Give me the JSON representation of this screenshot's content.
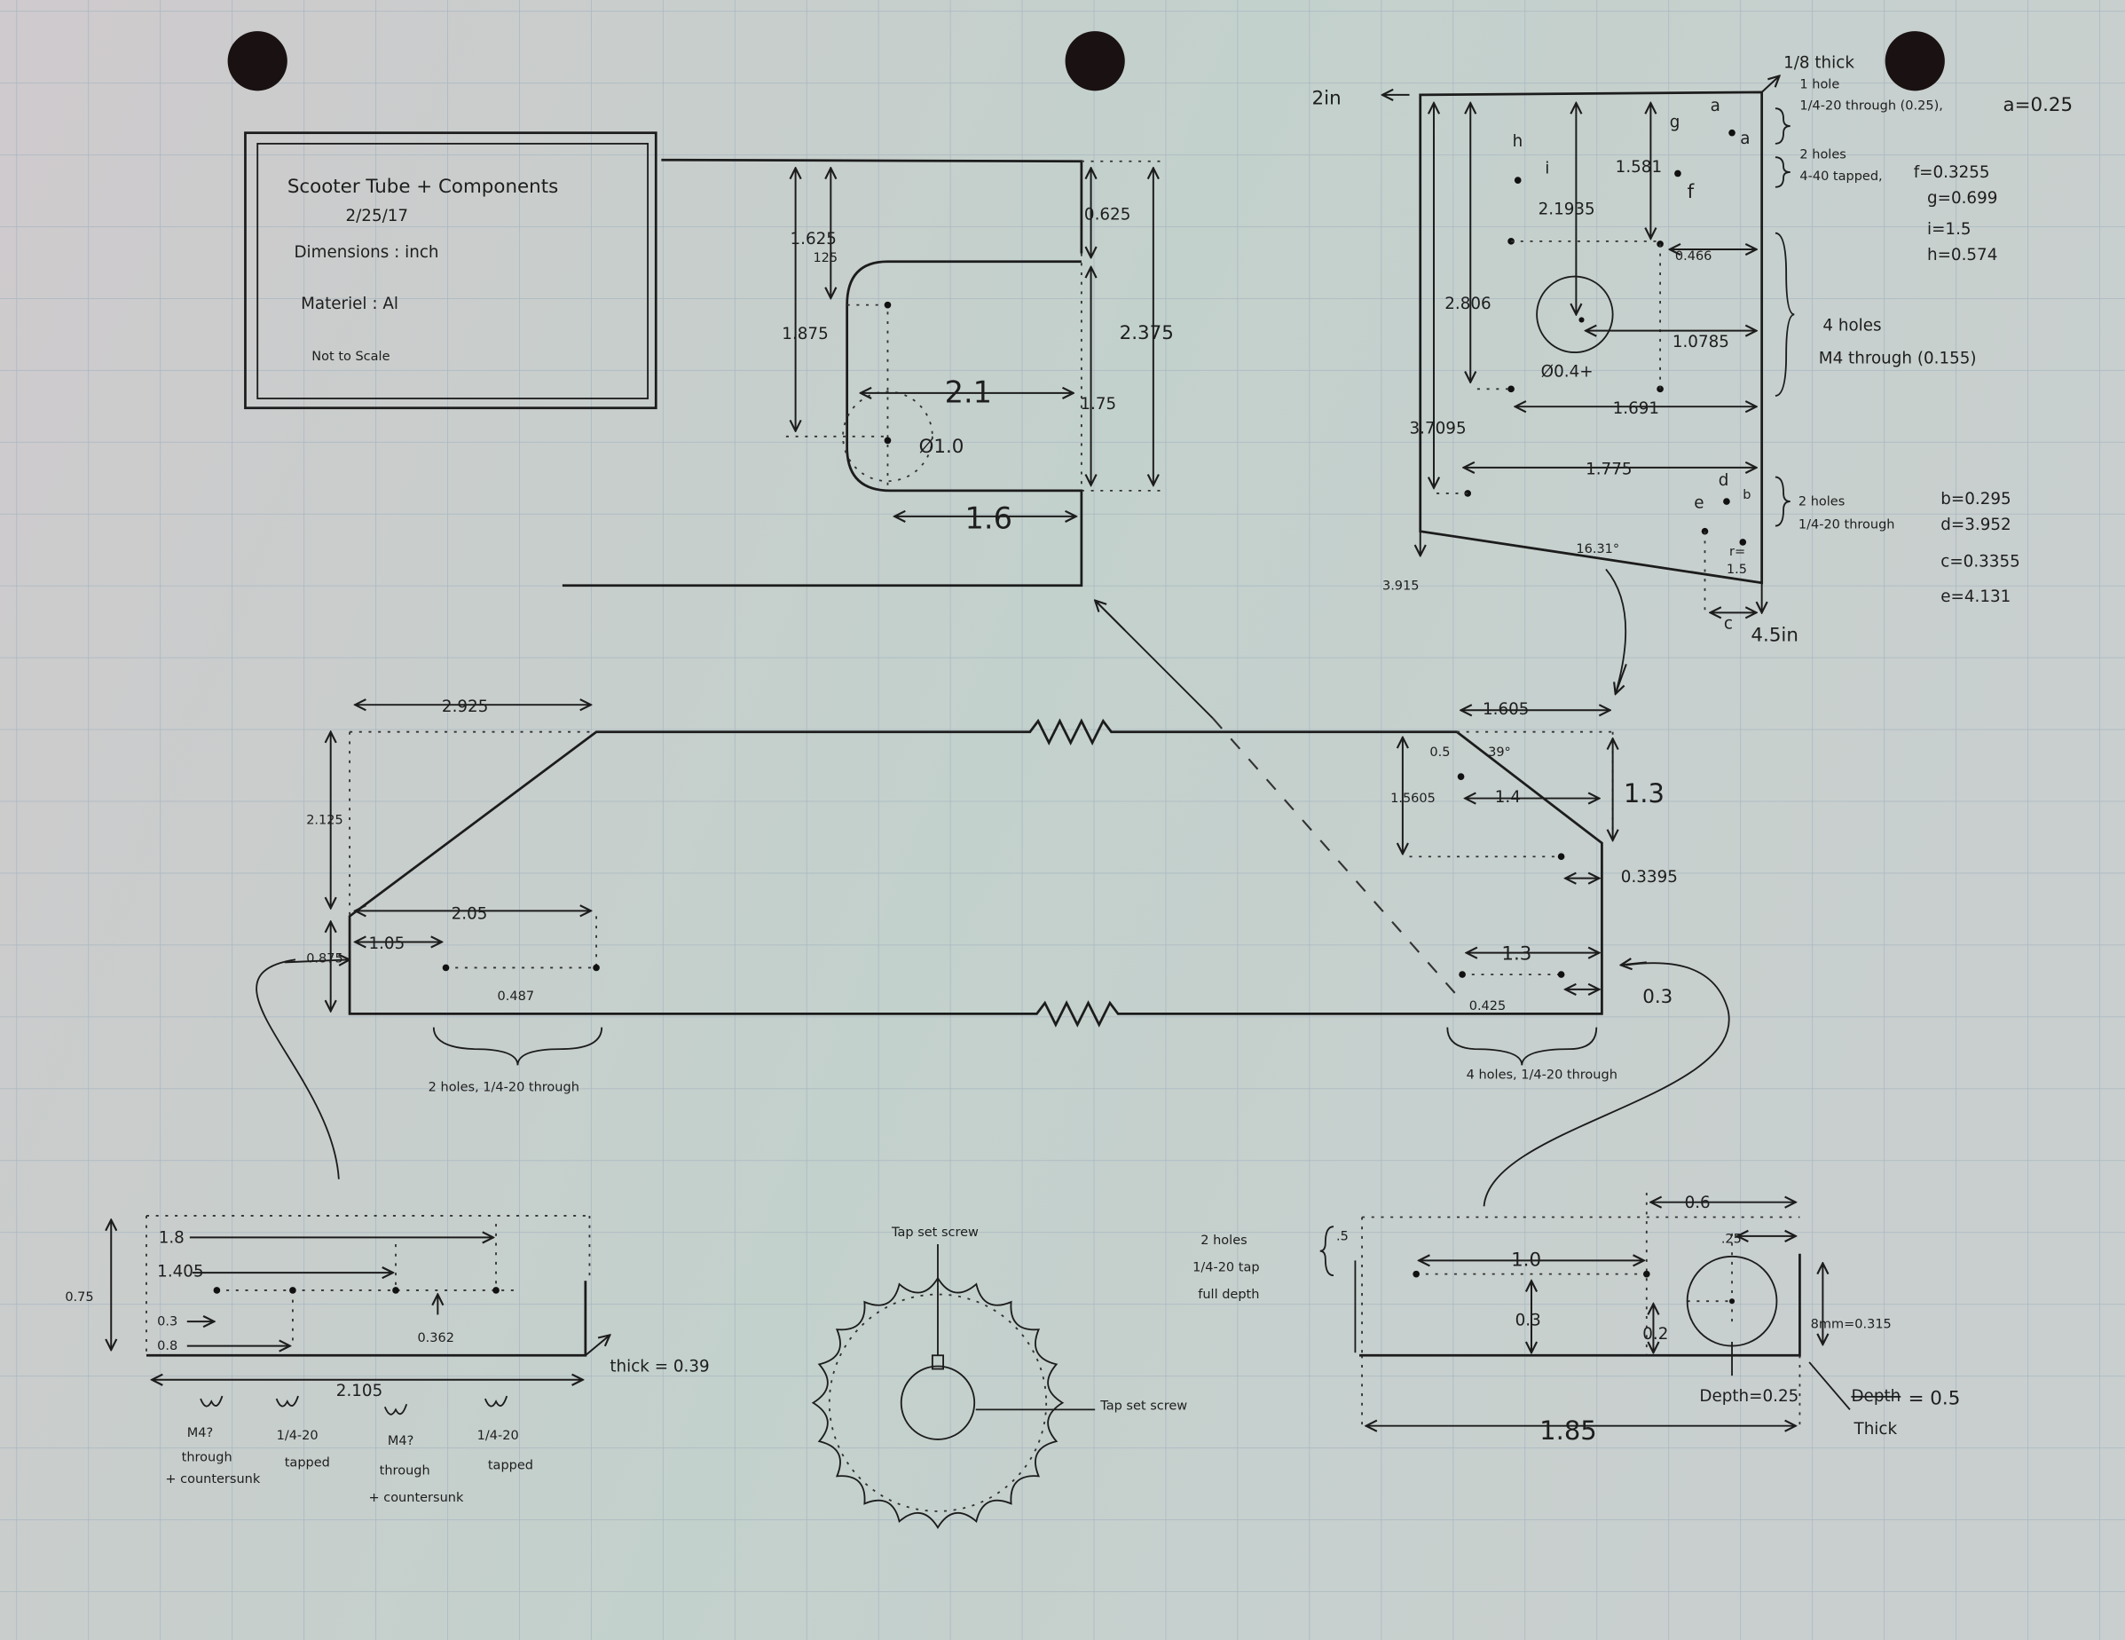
{
  "colors": {
    "paper_left": "#cfcacd",
    "paper_right": "#c3d1cc",
    "grid": "#a9b7c2",
    "ink": "#1c1c1c"
  },
  "title_block": {
    "title": "Scooter Tube + Components",
    "date": "2/25/17",
    "dimensions": "Dimensions : inch",
    "material": "Materiel : Al",
    "scale_note": "Not to Scale"
  },
  "tube_end_view": {
    "d_1625": "1.625",
    "d_125": "125",
    "d_1875": "1.875",
    "d_0625": "0.625",
    "d_2375": "2.375",
    "d_21": "2.1",
    "d_175": "1.75",
    "d_dia": "Ø1.0",
    "d_16": "1.6"
  },
  "plate_view": {
    "width_label": "2in",
    "thickness": "1/8 thick",
    "a1": "a",
    "a2": "a",
    "h": "h",
    "i": "i",
    "d_1581": "1.581",
    "g": "g",
    "f": "f",
    "d_21935": "2.1935",
    "d_0466": "0.466",
    "d_2806": "2.806",
    "d_dia": "Ø0.4+",
    "d_10785": "1.0785",
    "d_1691": "1.691",
    "d_37095": "3.7095",
    "d_1775": "1.775",
    "d": "d",
    "b": "b",
    "e": "e",
    "r": "r=",
    "r_val": "1.5",
    "angle": "16.31°",
    "d_3915": "3.915",
    "c": "c",
    "height_label": "4.5in",
    "notes": {
      "n1_count": "1 hole",
      "n1_spec": "1/4-20 through (0.25),",
      "n1_a": "a=0.25",
      "n2_count": "2 holes",
      "n2_spec": "4-40 tapped,",
      "f_val": "f=0.3255",
      "g_val": "g=0.699",
      "i_val": "i=1.5",
      "h_val": "h=0.574",
      "n3_count": "4 holes",
      "n3_spec": "M4 through (0.155)",
      "n4_count": "2 holes",
      "n4_spec": "1/4-20 through",
      "b_val": "b=0.295",
      "d_val": "d=3.952",
      "c_val": "c=0.3355",
      "e_val": "e=4.131"
    }
  },
  "tube_side_view": {
    "d_2925": "2.925",
    "d_2125": "2.125",
    "d_205": "2.05",
    "d_105": "1.05",
    "d_0875": "0.875",
    "d_0487": "0.487",
    "left_note": "2 holes, 1/4-20 through",
    "d_1605": "1.605",
    "d_05": "0.5",
    "angle": "39°",
    "d_15605": "1.5605",
    "d_14": "1.4",
    "d_13a": "1.3",
    "d_03395": "0.3395",
    "d_13b": "1.3",
    "d_0425": "0.425",
    "d_03": "0.3",
    "right_note": "4 holes, 1/4-20 through"
  },
  "block_left": {
    "d_18": "1.8",
    "d_1405": "1.405",
    "d_075": "0.75",
    "d_03": "0.3",
    "d_08": "0.8",
    "d_0362": "0.362",
    "d_2105": "2.105",
    "thick": "thick = 0.39",
    "holes": [
      {
        "type": "M4?",
        "l2": "through",
        "l3": "+ countersunk"
      },
      {
        "type": "1/4-20",
        "l2": "tapped"
      },
      {
        "type": "M4?",
        "l2": "through",
        "l3": "+ countersunk"
      },
      {
        "type": "1/4-20",
        "l2": "tapped"
      }
    ]
  },
  "sprocket": {
    "top_note": "Tap set screw",
    "side_note": "Tap set screw"
  },
  "block_right": {
    "d_06": "0.6",
    "d_025": ".25",
    "d_05": ".5",
    "d_10": "1.0",
    "d_03": "0.3",
    "d_02": "0.2",
    "d_bore": "8mm=0.315",
    "depth": "Depth=0.25",
    "crossed": "Depth",
    "thick_val": "= 0.5",
    "thick_label": "Thick",
    "d_185": "1.85",
    "note1": "2 holes",
    "note2": "1/4-20 tap",
    "note3": "full depth"
  }
}
